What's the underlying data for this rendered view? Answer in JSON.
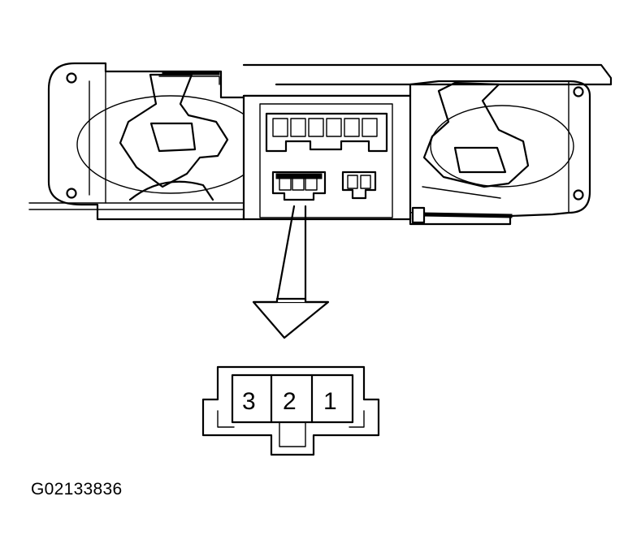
{
  "connector": {
    "pins": [
      "3",
      "2",
      "1"
    ]
  },
  "figure_code": "G02133836"
}
